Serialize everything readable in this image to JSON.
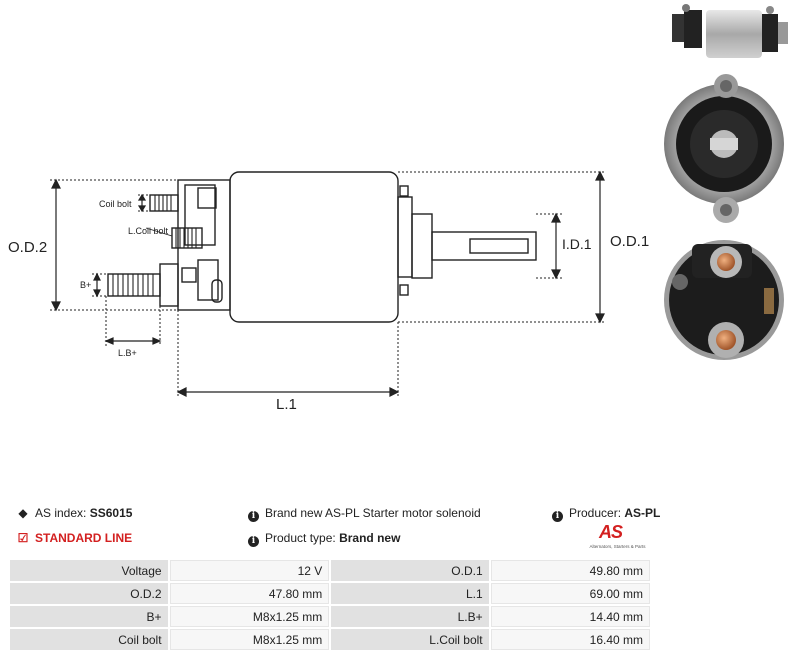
{
  "dimensions": {
    "od2": "O.D.2",
    "od1": "O.D.1",
    "id1": "I.D.1",
    "l1": "L.1",
    "coil_bolt": "Coil bolt",
    "lcoil_bolt": "L.Coil bolt",
    "bplus": "B+",
    "lbplus": "L.B+"
  },
  "info": {
    "as_index_label": "AS index:",
    "as_index_value": "SS6015",
    "line": "STANDARD LINE",
    "description": "Brand new AS-PL Starter motor solenoid",
    "product_type_label": "Product type:",
    "product_type_value": "Brand new",
    "producer_label": "Producer:",
    "producer_value": "AS-PL"
  },
  "logo": {
    "mark": "AS",
    "tagline": "Alternators, Starters & Parts"
  },
  "specs": [
    {
      "label": "Voltage",
      "value": "12 V",
      "label2": "O.D.1",
      "value2": "49.80 mm"
    },
    {
      "label": "O.D.2",
      "value": "47.80 mm",
      "label2": "L.1",
      "value2": "69.00 mm"
    },
    {
      "label": "B+",
      "value": "M8x1.25 mm",
      "label2": "L.B+",
      "value2": "14.40 mm"
    },
    {
      "label": "Coil bolt",
      "value": "M8x1.25 mm",
      "label2": "L.Coil bolt",
      "value2": "16.40 mm"
    }
  ],
  "colors": {
    "accent": "#d32020",
    "line": "#222222"
  }
}
